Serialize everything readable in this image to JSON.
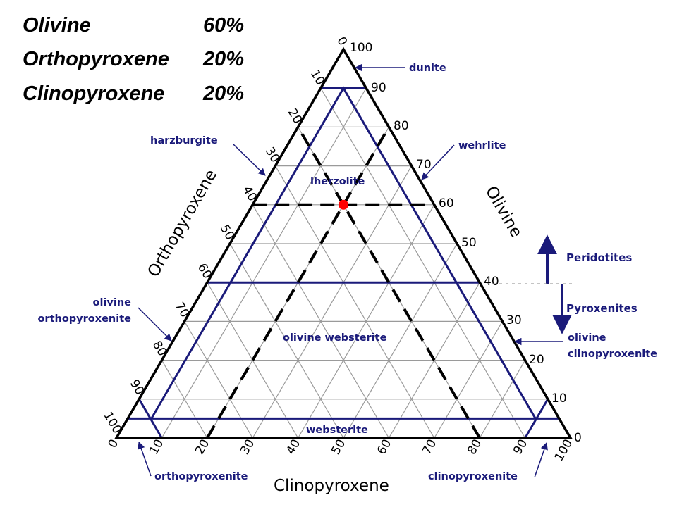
{
  "composition": [
    {
      "mineral": "Olivine",
      "value": "60%"
    },
    {
      "mineral": "Orthopyroxene",
      "value": "20%"
    },
    {
      "mineral": "Clinopyroxene",
      "value": "20%"
    }
  ],
  "axes": {
    "left": {
      "title": "Orthopyroxene",
      "ticks": [
        "0",
        "10",
        "20",
        "30",
        "40",
        "50",
        "60",
        "70",
        "80",
        "90",
        "100"
      ]
    },
    "right": {
      "title": "Olivine",
      "ticks": [
        "100",
        "90",
        "80",
        "70",
        "60",
        "50",
        "40",
        "30",
        "20",
        "10",
        "0"
      ]
    },
    "bottom": {
      "title": "Clinopyroxene",
      "ticks": [
        "0",
        "10",
        "20",
        "30",
        "40",
        "50",
        "60",
        "70",
        "80",
        "90",
        "100"
      ]
    }
  },
  "fields": {
    "dunite": "dunite",
    "harzburgite": "harzburgite",
    "wehrlite": "wehrlite",
    "lherzolite": "lherzolite",
    "olivine_websterite": "olivine websterite",
    "olivine_orthopyroxenite_1": "olivine",
    "olivine_orthopyroxenite_2": "orthopyroxenite",
    "olivine_clinopyroxenite_1": "olivine",
    "olivine_clinopyroxenite_2": "clinopyroxenite",
    "websterite": "websterite",
    "orthopyroxenite": "orthopyroxenite",
    "clinopyroxenite": "clinopyroxenite"
  },
  "groups": {
    "peridotites": "Peridotites",
    "pyroxenites": "Pyroxenites",
    "boundary_tick": "40"
  },
  "colors": {
    "field_lines": "#1a1a7a",
    "grid": "#9a9a9a",
    "frame": "#000000",
    "marker": "#ff0000"
  },
  "chart_data": {
    "type": "ternary",
    "title": "Ultramafic rock classification (Ol–Opx–Cpx)",
    "axes": [
      "Olivine",
      "Orthopyroxene",
      "Clinopyroxene"
    ],
    "tick_step": 10,
    "point": {
      "Olivine": 60,
      "Orthopyroxene": 20,
      "Clinopyroxene": 20,
      "color": "#ff0000"
    },
    "field_boundaries": {
      "dunite": "Ol > 90",
      "peridotites_pyroxenites": "Ol = 40",
      "websterite_lower": "Ol < 5",
      "harzburgite_lherzolite": "Cpx = 5",
      "lherzolite_wehrlite": "Opx = 5"
    },
    "fields": [
      "dunite",
      "harzburgite",
      "lherzolite",
      "wehrlite",
      "olivine orthopyroxenite",
      "olivine websterite",
      "olivine clinopyroxenite",
      "orthopyroxenite",
      "websterite",
      "clinopyroxenite"
    ],
    "guide_lines": [
      "Ol = 60",
      "Opx = 20",
      "Cpx = 20"
    ]
  }
}
